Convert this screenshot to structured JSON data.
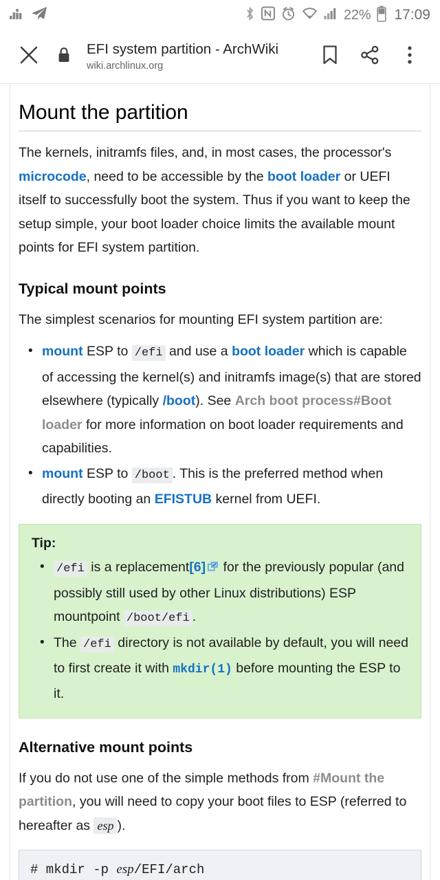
{
  "statusbar": {
    "left_icons": [
      "equalizer-icon",
      "telegram-icon"
    ],
    "right_icons": [
      "bluetooth-icon",
      "nfc-icon",
      "alarm-icon",
      "wifi-icon",
      "cellular-signal-icon",
      "battery-icon"
    ],
    "battery_percent": "22%",
    "time": "17:09"
  },
  "toolbar": {
    "close_icon": "close-icon",
    "security_icon": "lock-icon",
    "title": "EFI system partition - ArchWiki",
    "url": "wiki.archlinux.org",
    "bookmark_icon": "bookmark-icon",
    "share_icon": "share-icon",
    "menu_icon": "overflow-menu-icon"
  },
  "article": {
    "heading": "Mount the partition",
    "intro": {
      "p1": "The kernels, initramfs files, and, in most cases, the processor's ",
      "link_microcode": "microcode",
      "p2": ", need to be accessible by the ",
      "link_boot_loader": "boot loader",
      "p3": " or UEFI itself to successfully boot the system. Thus if you want to keep the setup simple, your boot loader choice limits the available mount points for EFI system partition."
    },
    "typical": {
      "heading": "Typical mount points",
      "lead": "The simplest scenarios for mounting EFI system partition are:",
      "bullet1": {
        "link_mount": "mount",
        "t1": " ESP to ",
        "code_efi": "/efi",
        "t2": " and use a ",
        "link_boot_loader": "boot loader",
        "t3": " which is capable of accessing the kernel(s) and initramfs image(s) that are stored elsewhere (typically ",
        "link_boot": "/boot",
        "t4": "). See ",
        "link_arch_boot": "Arch boot process#Boot loader",
        "t5": " for more information on boot loader requirements and capabilities."
      },
      "bullet2": {
        "link_mount": "mount",
        "t1": " ESP to ",
        "code_boot": "/boot",
        "t2": ". This is the preferred method when directly booting an ",
        "link_efistub": "EFISTUB",
        "t3": " kernel from UEFI."
      }
    },
    "tip": {
      "label": "Tip:",
      "bullet1": {
        "code_efi": "/efi",
        "t1": " is a replacement",
        "ref": "[6]",
        "external_icon": "external-link-icon",
        "t2": " for the previously popular (and possibly still used by other Linux distributions) ESP mountpoint ",
        "code_boot_efi": "/boot/efi",
        "t3": "."
      },
      "bullet2": {
        "t1": "The ",
        "code_efi": "/efi",
        "t2": " directory is not available by default, you will need to first create it with ",
        "link_mkdir": "mkdir(1)",
        "t3": " before mounting the ESP to it."
      }
    },
    "alternative": {
      "heading": "Alternative mount points",
      "t1": "If you do not use one of the simple methods from ",
      "link_mount_partition": "#Mount the partition",
      "t2": ", you will need to copy your boot files to ESP (referred to hereafter as ",
      "code_esp": "esp",
      "t3": ")."
    },
    "codeblock": {
      "prompt": "# mkdir -p ",
      "var": "esp",
      "rest": "/EFI/arch"
    }
  },
  "colors": {
    "link_blue": "#1671c4",
    "gray_link": "#8b8d8f",
    "tip_bg": "#d8f2cd",
    "tip_border": "#bfe3b0",
    "code_bg": "#eaecf0",
    "codeblock_bg": "#eef2f7"
  }
}
